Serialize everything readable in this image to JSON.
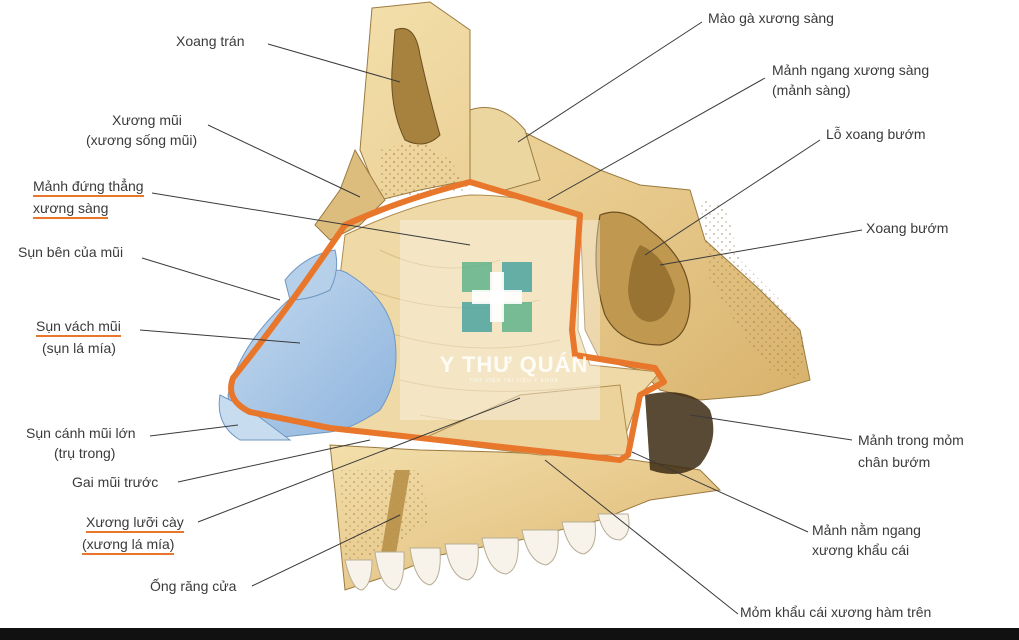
{
  "labels_left": {
    "xoang_tran": "Xoang trán",
    "xuong_mui_1": "Xương mũi",
    "xuong_mui_2": "(xương sống mũi)",
    "manh_dung_1": "Mảnh đứng thẳng",
    "manh_dung_2": "xương sàng",
    "sun_ben": "Sụn bên của mũi",
    "sun_vach_1": "Sụn vách mũi",
    "sun_vach_2": "(sụn lá mía)",
    "sun_canh_1": "Sụn cánh mũi lớn",
    "sun_canh_2": "(trụ trong)",
    "gai_mui": "Gai mũi trước",
    "luoi_cay_1": "Xương lưỡi cày",
    "luoi_cay_2": "(xương lá mía)",
    "ong_rang": "Ống răng cửa"
  },
  "labels_right": {
    "mao_ga": "Mào gà xương sàng",
    "manh_ngang_1": "Mảnh ngang xương sàng",
    "manh_ngang_2": "(mảnh sàng)",
    "lo_xoang": "Lỗ xoang bướm",
    "xoang_buom": "Xoang bướm",
    "manh_trong_1": "Mảnh trong mỏm",
    "manh_trong_2": "chân bướm",
    "manh_nam_1": "Mảnh nằm ngang",
    "manh_nam_2": "xương khẩu cái",
    "mom_khau": "Mỏm khẩu cái xương hàm trên"
  },
  "watermark": {
    "brand": "Y THƯ QUÁN",
    "tagline": "THƯ VIỆN TÀI LIỆU Y KHOA"
  },
  "colors": {
    "bone": "#e9cf92",
    "bone_dark": "#c9a55c",
    "cartilage": "#9fc1e4",
    "highlight_outline": "#e8762b",
    "label_text": "#3a3a3a",
    "leader_line": "#3a3a3a",
    "watermark_green": "#5fb38a",
    "watermark_teal": "#4aa3a0"
  }
}
